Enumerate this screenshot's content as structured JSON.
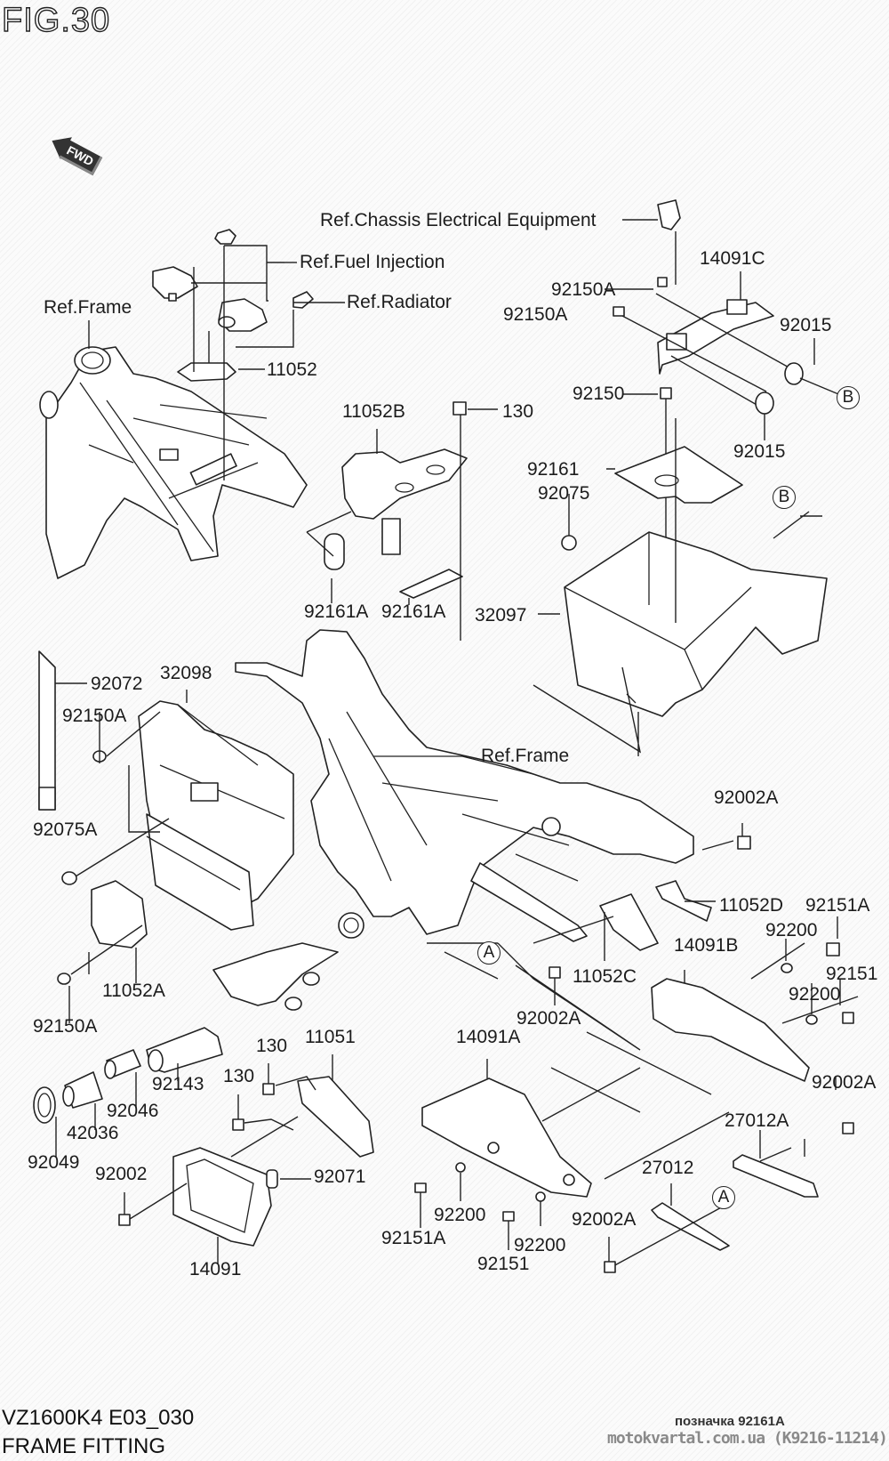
{
  "figure": {
    "title": "FIG.30",
    "fwd_label": "FWD",
    "model_code": "VZ1600K4 E03_030",
    "section_name": "FRAME FITTING"
  },
  "references": {
    "chassis_electrical": "Ref.Chassis Electrical Equipment",
    "fuel_injection": "Ref.Fuel Injection",
    "radiator": "Ref.Radiator",
    "frame_top": "Ref.Frame",
    "frame_mid": "Ref.Frame"
  },
  "part_labels": [
    {
      "id": "p01",
      "text": "11052"
    },
    {
      "id": "p02",
      "text": "14091C"
    },
    {
      "id": "p03",
      "text": "92150A"
    },
    {
      "id": "p04",
      "text": "92150A"
    },
    {
      "id": "p05",
      "text": "92015"
    },
    {
      "id": "p06",
      "text": "92015"
    },
    {
      "id": "p07",
      "text": "92150"
    },
    {
      "id": "p08",
      "text": "11052B"
    },
    {
      "id": "p09",
      "text": "130"
    },
    {
      "id": "p10",
      "text": "92161"
    },
    {
      "id": "p11",
      "text": "92075"
    },
    {
      "id": "p12",
      "text": "92161A"
    },
    {
      "id": "p13",
      "text": "92161A"
    },
    {
      "id": "p14",
      "text": "32097"
    },
    {
      "id": "p15",
      "text": "92072"
    },
    {
      "id": "p16",
      "text": "32098"
    },
    {
      "id": "p17",
      "text": "92150A"
    },
    {
      "id": "p18",
      "text": "92002A"
    },
    {
      "id": "p19",
      "text": "92075A"
    },
    {
      "id": "p20",
      "text": "11052D"
    },
    {
      "id": "p21",
      "text": "92151A"
    },
    {
      "id": "p22",
      "text": "92200"
    },
    {
      "id": "p23",
      "text": "14091B"
    },
    {
      "id": "p24",
      "text": "92151"
    },
    {
      "id": "p25",
      "text": "92200"
    },
    {
      "id": "p26",
      "text": "11052A"
    },
    {
      "id": "p27",
      "text": "11052C"
    },
    {
      "id": "p28",
      "text": "92002A"
    },
    {
      "id": "p29",
      "text": "92150A"
    },
    {
      "id": "p30",
      "text": "14091A"
    },
    {
      "id": "p31",
      "text": "11051"
    },
    {
      "id": "p32",
      "text": "130"
    },
    {
      "id": "p33",
      "text": "130"
    },
    {
      "id": "p34",
      "text": "92143"
    },
    {
      "id": "p35",
      "text": "92002A"
    },
    {
      "id": "p36",
      "text": "92046"
    },
    {
      "id": "p37",
      "text": "27012A"
    },
    {
      "id": "p38",
      "text": "42036"
    },
    {
      "id": "p39",
      "text": "92049"
    },
    {
      "id": "p40",
      "text": "27012"
    },
    {
      "id": "p41",
      "text": "92002"
    },
    {
      "id": "p42",
      "text": "92071"
    },
    {
      "id": "p43",
      "text": "92200"
    },
    {
      "id": "p44",
      "text": "92002A"
    },
    {
      "id": "p45",
      "text": "92151A"
    },
    {
      "id": "p46",
      "text": "92200"
    },
    {
      "id": "p47",
      "text": "92151"
    },
    {
      "id": "p48",
      "text": "14091"
    }
  ],
  "connection_markers": {
    "b_top": "B",
    "b_mid": "B",
    "a_mid": "A",
    "a_low": "A"
  },
  "watermark": {
    "note": "позначка 92161A",
    "site": "motokvartal.com.ua (K9216-11214)"
  },
  "colors": {
    "line": "#222222",
    "background": "#fbfbfb",
    "watermark_gray": "#8a8a8a"
  }
}
